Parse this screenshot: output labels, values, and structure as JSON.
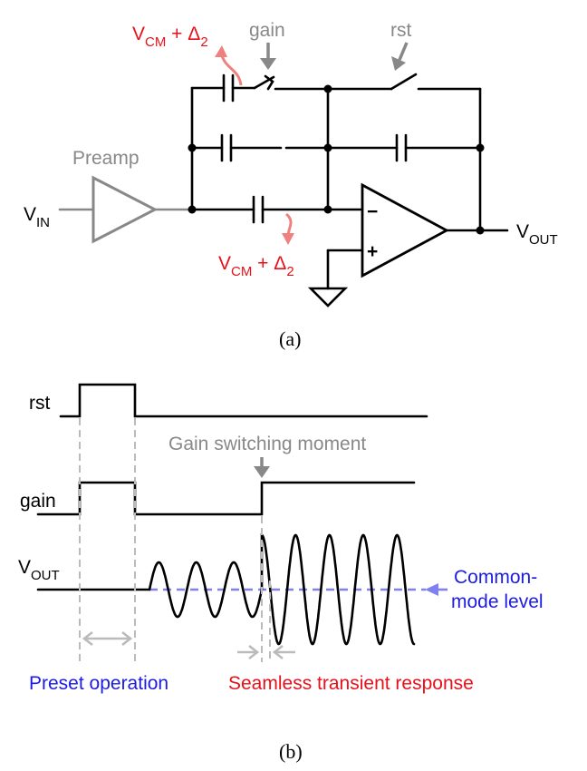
{
  "circuit": {
    "vin": {
      "main": "V",
      "sub": "IN"
    },
    "preamp": "Preamp",
    "gain": "gain",
    "rst": "rst",
    "vcm_top": {
      "main": "V",
      "sub": "CM",
      "plus": " + Δ",
      "sub2": "2"
    },
    "vcm_bottom": {
      "main": "V",
      "sub": "CM",
      "plus": " + Δ",
      "sub2": "2"
    },
    "opamp_minus": "−",
    "opamp_plus": "+",
    "vout": {
      "main": "V",
      "sub": "OUT"
    },
    "caption": "(a)"
  },
  "timing": {
    "rst": "rst",
    "gain": "gain",
    "vout": {
      "main": "V",
      "sub": "OUT"
    },
    "gain_switch": "Gain switching moment",
    "cm_level_1": "Common-",
    "cm_level_2": "mode level",
    "preset": "Preset operation",
    "seamless": "Seamless transient response",
    "caption": "(b)"
  },
  "colors": {
    "red": "#e8101a",
    "pink": "#f08080",
    "gray": "#888888",
    "blue": "#1c1ce0",
    "dash_blue": "#8080f0"
  }
}
